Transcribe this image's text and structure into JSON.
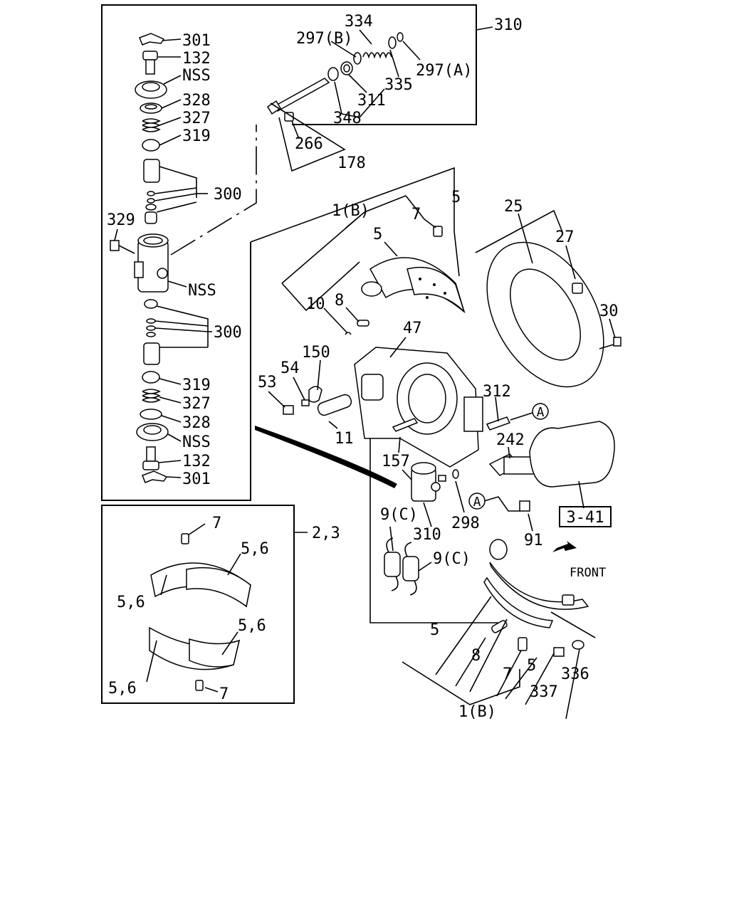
{
  "labels": {
    "l301a": "301",
    "l132a": "132",
    "lnss_top": "NSS",
    "l328a": "328",
    "l327a": "327",
    "l319a": "319",
    "l300a": "300",
    "l329": "329",
    "lnss_mid": "NSS",
    "l300b": "300",
    "l319b": "319",
    "l327b": "327",
    "l328b": "328",
    "lnss_bot": "NSS",
    "l132b": "132",
    "l301b": "301",
    "l334": "334",
    "l297b": "297(B)",
    "l310_top": "310",
    "l297a": "297(A)",
    "l335": "335",
    "l311": "311",
    "l348": "348",
    "l266": "266",
    "l178": "178",
    "l1b_top": "1(B)",
    "l7_top": "7",
    "l5_top": "5",
    "l5_shoe": "5",
    "l10": "10",
    "l8_top": "8",
    "l25": "25",
    "l27": "27",
    "l30": "30",
    "l47": "47",
    "l150": "150",
    "l54": "54",
    "l53": "53",
    "l11": "11",
    "l157": "157",
    "l312": "312",
    "lA1": "A",
    "l242": "242",
    "lA2": "A",
    "l91": "91",
    "lref": "3-41",
    "l298": "298",
    "l9c_a": "9(C)",
    "l310_bot": "310",
    "l9c_b": "9(C)",
    "lfront": "FRONT",
    "l5_low": "5",
    "l8_low": "8",
    "l7_low": "7",
    "l5_low2": "5",
    "l337": "337",
    "l336": "336",
    "l1b_bot": "1(B)",
    "l7_p1": "7",
    "l23": "2,3",
    "l56_a": "5,6",
    "l56_b": "5,6",
    "l56_c": "5,6",
    "l56_d": "5,6",
    "l7_p2": "7"
  }
}
